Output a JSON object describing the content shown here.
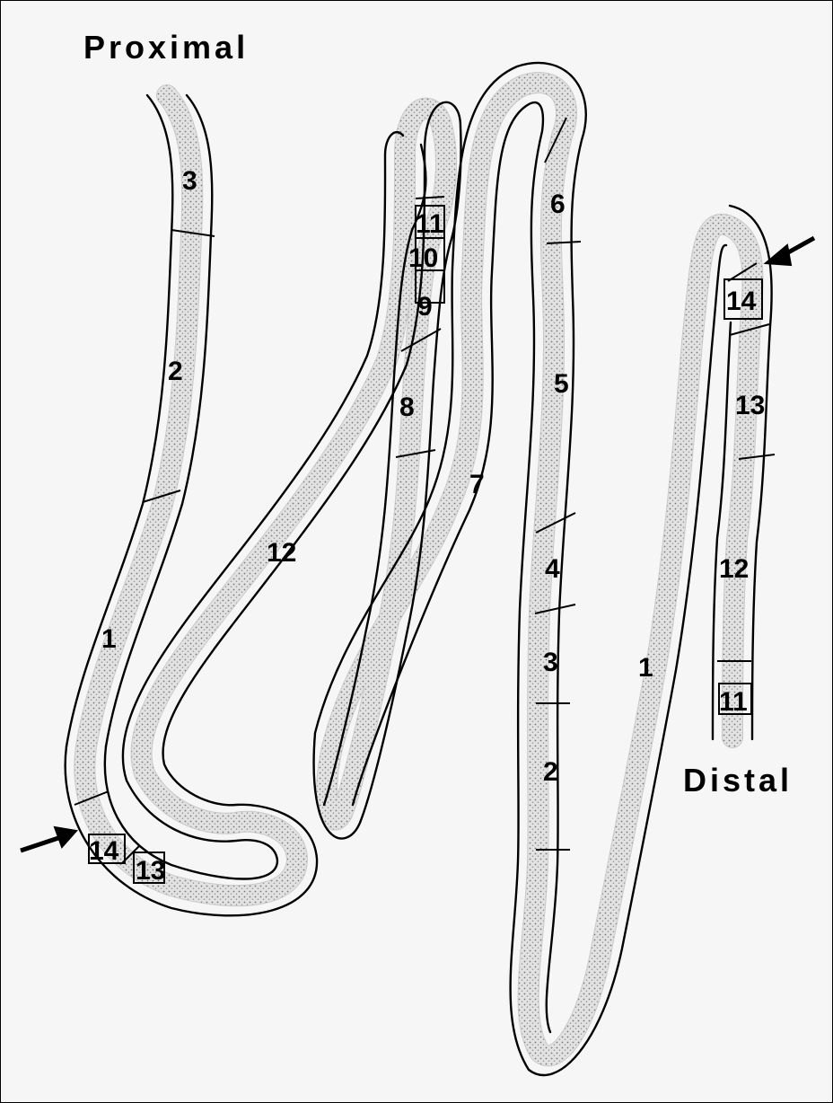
{
  "titles": {
    "proximal": "Proximal",
    "distal": "Distal"
  },
  "segments": {
    "p3": "3",
    "p2": "2",
    "p1": "1",
    "p14": "14",
    "p13": "13",
    "p12": "12",
    "p11": "11",
    "p10": "10",
    "p9": "9",
    "p8": "8",
    "p7": "7",
    "p6": "6",
    "p5": "5",
    "p4": "4",
    "q3": "3",
    "q2": "2",
    "q1": "1",
    "d14": "14",
    "d13": "13",
    "d12": "12",
    "d11": "11"
  },
  "colors": {
    "stroke": "#000000",
    "stipple": "#888888",
    "background": "#f7f6f7"
  },
  "icons": [
    "arrow-left-icon",
    "arrow-right-icon"
  ]
}
